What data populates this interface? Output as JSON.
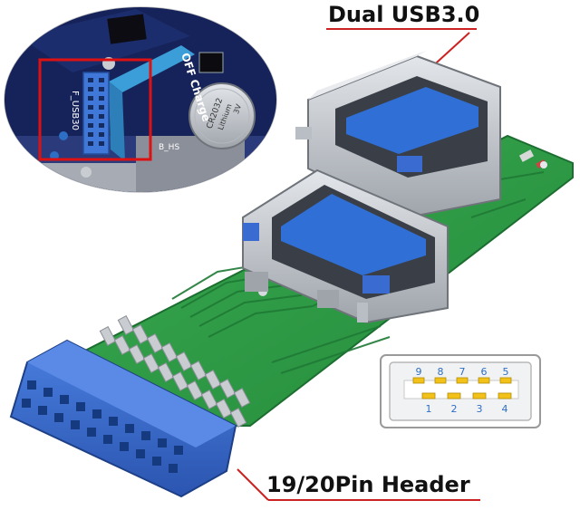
{
  "labels": {
    "top": "Dual USB3.0",
    "bottom": "19/20Pin Header"
  },
  "inset": {
    "header_silkscreen": "F_USB30",
    "board_text": "OFF Charge",
    "battery_text": "CR2032",
    "battery_sub": "3V",
    "battery_brand": "Lithium",
    "corner_text": "B_HS"
  },
  "pinout": {
    "top_row": [
      "9",
      "8",
      "7",
      "6",
      "5"
    ],
    "bottom_row": [
      "1",
      "2",
      "3",
      "4"
    ]
  },
  "colors": {
    "pcb": "#2f9e46",
    "pcb_dark": "#1f7a35",
    "connector_blue": "#3a6bd0",
    "usb_tongue_blue": "#2f6fd6",
    "callout_red": "#cc2222",
    "inset_frame": "#dd1111",
    "metal": "#c9ccd1"
  },
  "icons": [
    "usb-port-icon",
    "usb-port-icon",
    "pinout-diagram",
    "motherboard-inset"
  ]
}
